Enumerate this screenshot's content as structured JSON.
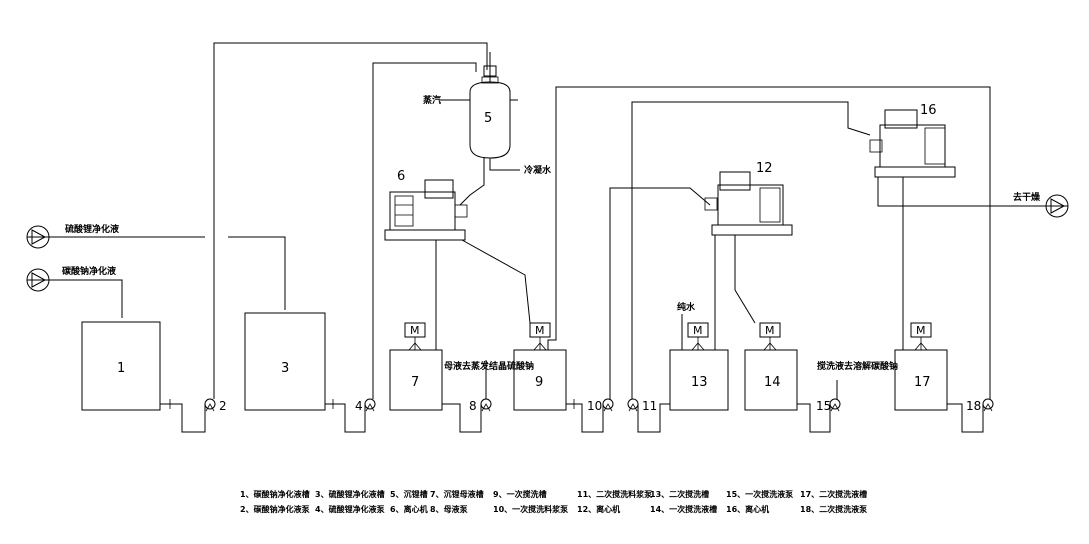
{
  "tanks": {
    "t1": "1",
    "t3": "3",
    "t7": "7",
    "t9": "9",
    "t13": "13",
    "t14": "14",
    "t17": "17"
  },
  "pumps": {
    "p2": "2",
    "p4": "4",
    "p8": "8",
    "p10": "10",
    "p11": "11",
    "p15": "15",
    "p18": "18"
  },
  "equipment": {
    "e5": "5",
    "e6": "6",
    "e12": "12",
    "e16": "16"
  },
  "motor_label": "M",
  "labels": {
    "li_sulfate_purified": "硫酸锂净化液",
    "na_carbonate_purified": "碳酸钠净化液",
    "steam": "蒸汽",
    "condensate": "冷凝水",
    "mother_liquor_to_evap": "母液去蒸发结晶硫酸钠",
    "pure_water": "纯水",
    "wash_to_dissolve": "搅洗液去溶解碳酸钠",
    "to_dryer": "去干燥"
  },
  "legend": {
    "r1": [
      "1、碳酸钠净化液槽",
      "3、硫酸锂净化液槽",
      "5、沉锂槽",
      "7、沉锂母液槽",
      "9、一次搅洗槽",
      "11、二次搅洗料浆泵",
      "13、二次搅洗槽",
      "15、一次搅洗液泵",
      "17、二次搅洗液槽"
    ],
    "r2": [
      "2、碳酸钠净化液泵",
      "4、硫酸锂净化液泵",
      "6、离心机",
      "8、母液泵",
      "10、一次搅洗料浆泵",
      "12、离心机",
      "14、一次搅洗液槽",
      "16、离心机",
      "18、二次搅洗液泵"
    ]
  }
}
